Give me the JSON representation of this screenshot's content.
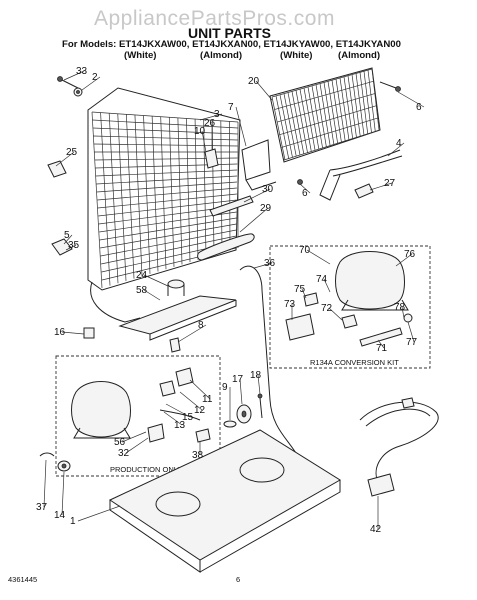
{
  "watermark": "AppliancePartsPros.com",
  "title": "UNIT PARTS",
  "models_line": "For Models: ET14JKXAW00, ET14JKXAN00, ET14JKYAW00, ET14JKYAN00",
  "model_colors": [
    "(White)",
    "(Almond)",
    "(White)",
    "(Almond)"
  ],
  "callouts": [
    "33",
    "2",
    "3",
    "7",
    "20",
    "6",
    "26",
    "10",
    "25",
    "4",
    "6",
    "27",
    "30",
    "29",
    "5",
    "35",
    "70",
    "76",
    "74",
    "24",
    "36",
    "58",
    "75",
    "73",
    "72",
    "78",
    "16",
    "8",
    "71",
    "77",
    "9",
    "17",
    "18",
    "11",
    "12",
    "15",
    "13",
    "56",
    "32",
    "38",
    "37",
    "14",
    "1",
    "42"
  ],
  "conversion_kit_label": "R134A CONVERSION KIT",
  "production_only_label": "PRODUCTION ONLY",
  "footer_left": "4361445",
  "footer_page": "6"
}
